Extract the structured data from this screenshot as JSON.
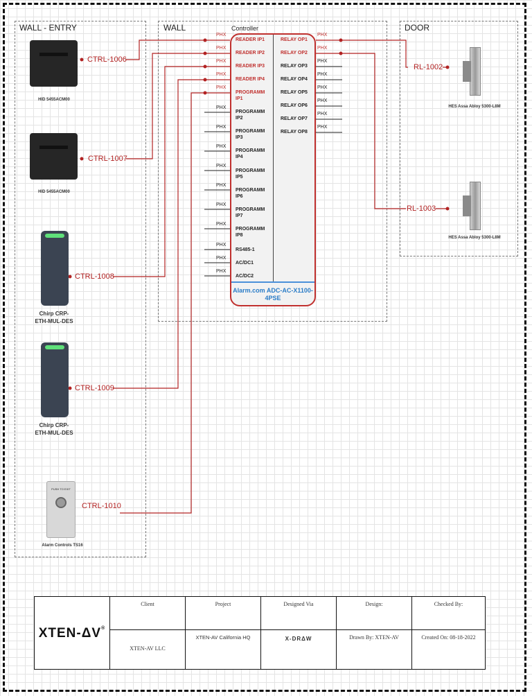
{
  "zones": {
    "wall_entry": "WALL - ENTRY",
    "wall": "WALL",
    "door": "DOOR"
  },
  "controller": {
    "header": "Controller",
    "name": "Alarm.com ADC-AC-X1100-4PSE",
    "left_ports": [
      {
        "label": "READER IP1",
        "active": true
      },
      {
        "label": "READER IP2",
        "active": true
      },
      {
        "label": "READER IP3",
        "active": true
      },
      {
        "label": "READER IP4",
        "active": true
      },
      {
        "label": "PROGRAMM IP1",
        "active": true
      },
      {
        "label": "PROGRAMM IP2",
        "active": false
      },
      {
        "label": "PROGRAMM IP3",
        "active": false
      },
      {
        "label": "PROGRAMM IP4",
        "active": false
      },
      {
        "label": "PROGRAMM IP5",
        "active": false
      },
      {
        "label": "PROGRAMM IP6",
        "active": false
      },
      {
        "label": "PROGRAMM IP7",
        "active": false
      },
      {
        "label": "PROGRAMM IP8",
        "active": false
      },
      {
        "label": "RS485-1",
        "active": false
      },
      {
        "label": "AC/DC1",
        "active": false
      },
      {
        "label": "AC/DC2",
        "active": false
      }
    ],
    "right_ports": [
      {
        "label": "RELAY OP1",
        "active": true
      },
      {
        "label": "RELAY OP2",
        "active": true
      },
      {
        "label": "RELAY OP3",
        "active": false
      },
      {
        "label": "RELAY OP4",
        "active": false
      },
      {
        "label": "RELAY OP5",
        "active": false
      },
      {
        "label": "RELAY OP6",
        "active": false
      },
      {
        "label": "RELAY OP7",
        "active": false
      },
      {
        "label": "RELAY OP8",
        "active": false
      }
    ],
    "connector": "PHX"
  },
  "devices": {
    "reader1": {
      "label": "HID 5455ACM00",
      "tag": "CTRL-1006"
    },
    "reader2": {
      "label": "HID 5455ACM00",
      "tag": "CTRL-1007"
    },
    "chirp1": {
      "label": "Chirp CRP-ETH-MUL-DES",
      "tag": "CTRL-1008"
    },
    "chirp2": {
      "label": "Chirp CRP-ETH-MUL-DES",
      "tag": "CTRL-1009"
    },
    "exit_button": {
      "label": "Alarm Controls TS16",
      "tag": "CTRL-1010",
      "face_text": "PUSH TO EXIT"
    },
    "strike1": {
      "label": "HES Assa Abloy 5300-L8M",
      "tag": "RL-1002"
    },
    "strike2": {
      "label": "HES Assa Abloy 5300-L8M",
      "tag": "RL-1003"
    }
  },
  "title_block": {
    "logo": "XTEN-ΔV",
    "logo_mark": "®",
    "client_label": "Client",
    "client_value": "XTEN-AV LLC",
    "project_label": "Project",
    "project_value": "XTEN-AV California HQ",
    "designed_via_label": "Designed Via",
    "designed_via_value": "X-DRΔW",
    "design_label": "Design:",
    "design_value": "Drawn By: XTEN-AV",
    "checked_label": "Checked By:",
    "checked_value": "Created On: 08-18-2022"
  },
  "colors": {
    "wire": "#b22222",
    "controller_border": "#c0302e",
    "controller_name": "#2a7cc7"
  }
}
